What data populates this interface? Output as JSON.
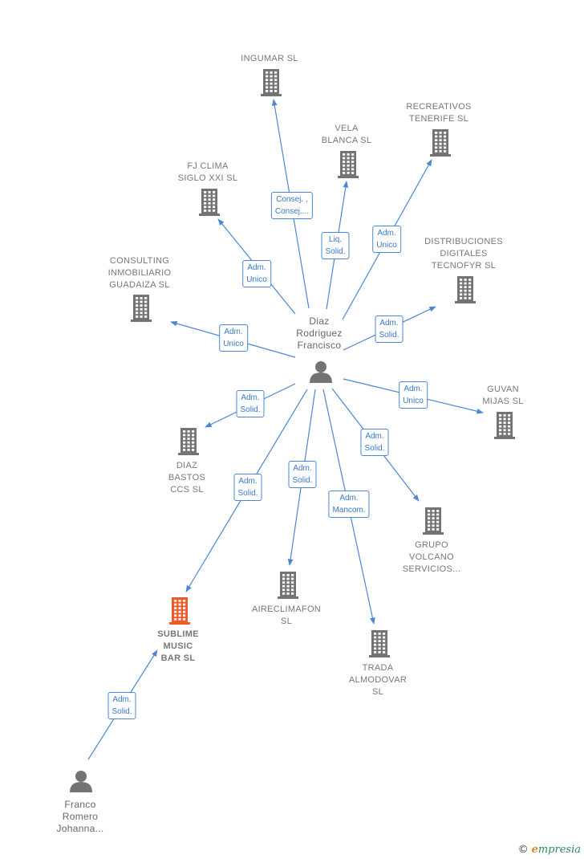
{
  "colors": {
    "edge": "#4a86d4",
    "building": "#737373",
    "focus": "#f05a28",
    "person": "#737373"
  },
  "nodes": [
    {
      "id": "center",
      "kind": "person",
      "lines": [
        "Diaz",
        "Rodriguez",
        "Francisco"
      ]
    },
    {
      "id": "franco",
      "kind": "person",
      "lines": [
        "Franco",
        "Romero",
        "Johanna..."
      ]
    },
    {
      "id": "ingumar",
      "kind": "company",
      "lines": [
        "INGUMAR SL"
      ]
    },
    {
      "id": "vela",
      "kind": "company",
      "lines": [
        "VELA",
        "BLANCA SL"
      ]
    },
    {
      "id": "recreativos",
      "kind": "company",
      "lines": [
        "RECREATIVOS",
        "TENERIFE SL"
      ]
    },
    {
      "id": "fjclima",
      "kind": "company",
      "lines": [
        "FJ CLIMA",
        "SIGLO XXI SL"
      ]
    },
    {
      "id": "distribuciones",
      "kind": "company",
      "lines": [
        "DISTRIBUCIONES",
        "DIGITALES",
        "TECNOFYR SL"
      ]
    },
    {
      "id": "consulting",
      "kind": "company",
      "lines": [
        "CONSULTING",
        "INMOBILIARIO",
        "GUADAIZA SL"
      ]
    },
    {
      "id": "guvan",
      "kind": "company",
      "lines": [
        "GUVAN",
        "MIJAS SL"
      ]
    },
    {
      "id": "diazbastos",
      "kind": "company",
      "lines": [
        "DIAZ",
        "BASTOS",
        "CCS SL"
      ]
    },
    {
      "id": "grupo",
      "kind": "company",
      "lines": [
        "GRUPO",
        "VOLCANO",
        "SERVICIOS..."
      ]
    },
    {
      "id": "aireclimafon",
      "kind": "company",
      "lines": [
        "AIRECLIMAFON",
        "SL"
      ]
    },
    {
      "id": "trada",
      "kind": "company",
      "lines": [
        "TRADA",
        "ALMODOVAR",
        "SL"
      ]
    },
    {
      "id": "sublime",
      "kind": "focus",
      "lines": [
        "SUBLIME",
        "MUSIC",
        "BAR  SL"
      ]
    }
  ],
  "edges": [
    {
      "from": "center",
      "to": "ingumar",
      "lines": [
        "Consej. ,",
        "Consej...."
      ]
    },
    {
      "from": "center",
      "to": "vela",
      "lines": [
        "Liq.",
        "Solid."
      ]
    },
    {
      "from": "center",
      "to": "recreativos",
      "lines": [
        "Adm.",
        "Unico"
      ]
    },
    {
      "from": "center",
      "to": "fjclima",
      "lines": [
        "Adm.",
        "Unico"
      ]
    },
    {
      "from": "center",
      "to": "distribuciones",
      "lines": [
        "Adm.",
        "Solid."
      ]
    },
    {
      "from": "center",
      "to": "consulting",
      "lines": [
        "Adm.",
        "Unico"
      ]
    },
    {
      "from": "center",
      "to": "guvan",
      "lines": [
        "Adm.",
        "Unico"
      ]
    },
    {
      "from": "center",
      "to": "diazbastos",
      "lines": [
        "Adm.",
        "Solid."
      ]
    },
    {
      "from": "center",
      "to": "grupo",
      "lines": [
        "Adm.",
        "Solid."
      ]
    },
    {
      "from": "center",
      "to": "aireclimafon",
      "lines": [
        "Adm.",
        "Solid."
      ]
    },
    {
      "from": "center",
      "to": "trada",
      "lines": [
        "Adm.",
        "Mancom."
      ]
    },
    {
      "from": "center",
      "to": "sublime",
      "lines": [
        "Adm.",
        "Solid."
      ]
    },
    {
      "from": "franco",
      "to": "sublime",
      "lines": [
        "Adm.",
        "Solid."
      ]
    }
  ],
  "footer": {
    "copyright": "©",
    "brand_initial": "e",
    "brand_rest": "mpresia"
  }
}
